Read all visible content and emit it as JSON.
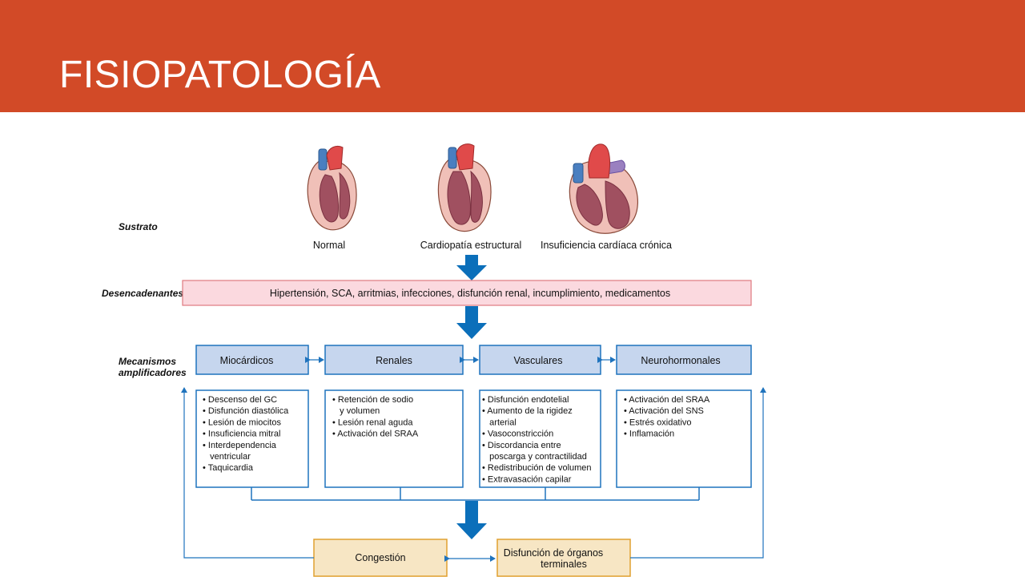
{
  "slide": {
    "title": "FISIOPATOLOGÍA"
  },
  "diagram": {
    "side_labels": {
      "substrate": "Sustrato",
      "triggers": "Desencadenantes",
      "mechanisms_1": "Mecanismos",
      "mechanisms_2": "amplificadores"
    },
    "hearts": [
      {
        "caption": "Normal"
      },
      {
        "caption": "Cardiopatía estructural"
      },
      {
        "caption": "Insuficiencia cardíaca crónica"
      }
    ],
    "triggers_text": "Hipertensión, SCA, arritmias, infecciones, disfunción renal, incumplimiento, medicamentos",
    "mechanisms": [
      {
        "title": "Miocárdicos",
        "items": [
          "• Descenso del GC",
          "• Disfunción diastólica",
          "• Lesión de miocitos",
          "• Insuficiencia mitral",
          "• Interdependencia",
          "   ventricular",
          "• Taquicardia"
        ]
      },
      {
        "title": "Renales",
        "items": [
          "• Retención de sodio",
          "   y volumen",
          "• Lesión renal aguda",
          "• Activación del SRAA"
        ]
      },
      {
        "title": "Vasculares",
        "items": [
          "• Disfunción endotelial",
          "• Aumento de la rigidez",
          "   arterial",
          "• Vasoconstricción",
          "• Discordancia entre",
          "   poscarga y contractilidad",
          "• Redistribución de volumen",
          "• Extravasación capilar"
        ]
      },
      {
        "title": "Neurohormonales",
        "items": [
          "• Activación del SRAA",
          "• Activación del SNS",
          "• Estrés oxidativo",
          "• Inflamación"
        ]
      }
    ],
    "outcomes": {
      "congestion": "Congestión",
      "organ_1": "Disfunción de órganos",
      "organ_2": "terminales"
    },
    "colors": {
      "header": "#d24a27",
      "blue_arrow": "#0b6fba",
      "mechanism_fill": "#c6d6ee",
      "border_blue": "#1f73bd",
      "trigger_fill": "#fbd9df",
      "trigger_border": "#e07a80",
      "outcome_fill": "#f7e6c4",
      "outcome_border": "#e0a030"
    }
  }
}
